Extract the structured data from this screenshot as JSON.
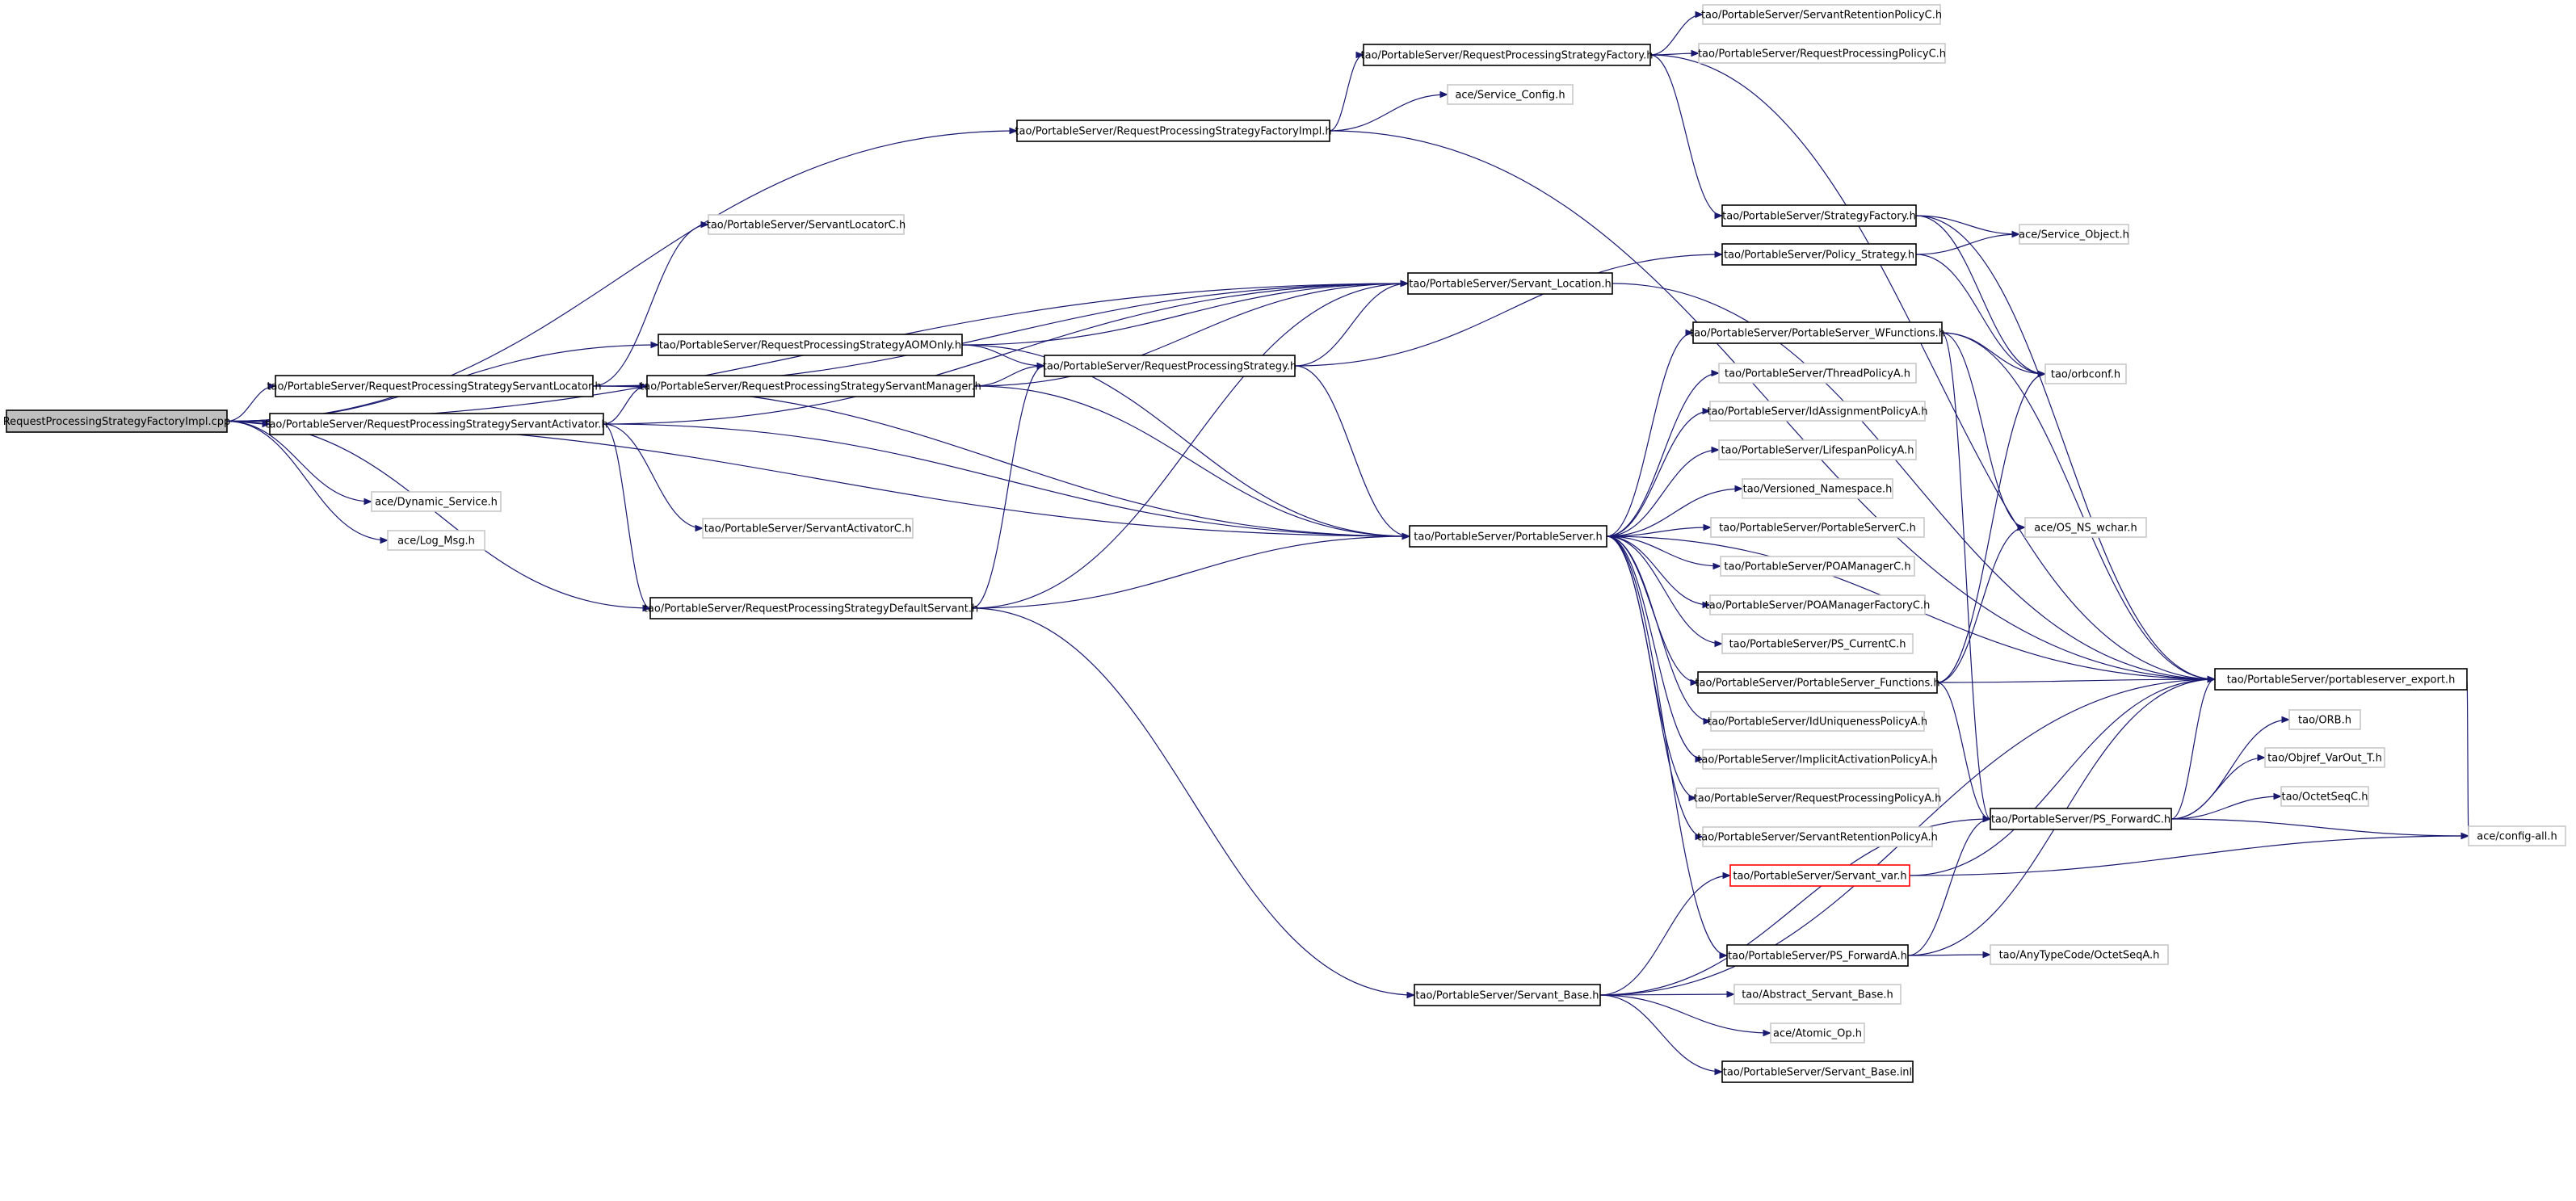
{
  "diagram": {
    "type": "include-dependency-graph",
    "edge_color": "#191970",
    "nodes": [
      {
        "id": "n0",
        "label": "RequestProcessingStrategyFactoryImpl.cpp",
        "style": "root"
      },
      {
        "id": "n1",
        "label": "tao/PortableServer/RequestProcessingStrategyFactory.h",
        "style": "solid"
      },
      {
        "id": "n2",
        "label": "tao/PortableServer/ServantRetentionPolicyC.h",
        "style": "light"
      },
      {
        "id": "n3",
        "label": "tao/PortableServer/RequestProcessingPolicyC.h",
        "style": "light"
      },
      {
        "id": "n4",
        "label": "ace/Service_Config.h",
        "style": "light"
      },
      {
        "id": "n5",
        "label": "tao/PortableServer/RequestProcessingStrategyFactoryImpl.h",
        "style": "solid"
      },
      {
        "id": "n6",
        "label": "tao/PortableServer/ServantLocatorC.h",
        "style": "light"
      },
      {
        "id": "n7",
        "label": "tao/PortableServer/StrategyFactory.h",
        "style": "solid"
      },
      {
        "id": "n8",
        "label": "ace/Service_Object.h",
        "style": "light"
      },
      {
        "id": "n9",
        "label": "tao/PortableServer/Policy_Strategy.h",
        "style": "solid"
      },
      {
        "id": "n10",
        "label": "tao/PortableServer/Servant_Location.h",
        "style": "solid"
      },
      {
        "id": "n11",
        "label": "tao/PortableServer/RequestProcessingStrategyAOMOnly.h",
        "style": "solid"
      },
      {
        "id": "n12",
        "label": "tao/PortableServer/PortableServer_WFunctions.h",
        "style": "solid"
      },
      {
        "id": "n13",
        "label": "tao/PortableServer/RequestProcessingStrategyServantLocator.h",
        "style": "solid"
      },
      {
        "id": "n14",
        "label": "tao/PortableServer/RequestProcessingStrategy.h",
        "style": "solid"
      },
      {
        "id": "n15",
        "label": "tao/PortableServer/ThreadPolicyA.h",
        "style": "light"
      },
      {
        "id": "n16",
        "label": "tao/orbconf.h",
        "style": "light"
      },
      {
        "id": "n17",
        "label": "tao/PortableServer/RequestProcessingStrategyServantManager.h",
        "style": "solid"
      },
      {
        "id": "n18",
        "label": "tao/PortableServer/IdAssignmentPolicyA.h",
        "style": "light"
      },
      {
        "id": "n19",
        "label": "tao/PortableServer/RequestProcessingStrategyServantActivator.h",
        "style": "solid"
      },
      {
        "id": "n20",
        "label": "tao/PortableServer/LifespanPolicyA.h",
        "style": "light"
      },
      {
        "id": "n21",
        "label": "ace/Dynamic_Service.h",
        "style": "light"
      },
      {
        "id": "n22",
        "label": "tao/Versioned_Namespace.h",
        "style": "light"
      },
      {
        "id": "n23",
        "label": "ace/Log_Msg.h",
        "style": "light"
      },
      {
        "id": "n24",
        "label": "tao/PortableServer/ServantActivatorC.h",
        "style": "light"
      },
      {
        "id": "n25",
        "label": "tao/PortableServer/PortableServer.h",
        "style": "solid"
      },
      {
        "id": "n26",
        "label": "tao/PortableServer/PortableServerC.h",
        "style": "light"
      },
      {
        "id": "n27",
        "label": "ace/OS_NS_wchar.h",
        "style": "light"
      },
      {
        "id": "n28",
        "label": "tao/PortableServer/POAManagerC.h",
        "style": "light"
      },
      {
        "id": "n29",
        "label": "tao/PortableServer/RequestProcessingStrategyDefaultServant.h",
        "style": "solid"
      },
      {
        "id": "n30",
        "label": "tao/PortableServer/POAManagerFactoryC.h",
        "style": "light"
      },
      {
        "id": "n31",
        "label": "tao/PortableServer/PS_CurrentC.h",
        "style": "light"
      },
      {
        "id": "n32",
        "label": "tao/PortableServer/PortableServer_Functions.h",
        "style": "solid"
      },
      {
        "id": "n33",
        "label": "tao/PortableServer/portableserver_export.h",
        "style": "solid"
      },
      {
        "id": "n34",
        "label": "tao/PortableServer/IdUniquenessPolicyA.h",
        "style": "light"
      },
      {
        "id": "n35",
        "label": "tao/ORB.h",
        "style": "light"
      },
      {
        "id": "n36",
        "label": "tao/PortableServer/ImplicitActivationPolicyA.h",
        "style": "light"
      },
      {
        "id": "n37",
        "label": "tao/Objref_VarOut_T.h",
        "style": "light"
      },
      {
        "id": "n38",
        "label": "tao/PortableServer/RequestProcessingPolicyA.h",
        "style": "light"
      },
      {
        "id": "n39",
        "label": "tao/OctetSeqC.h",
        "style": "light"
      },
      {
        "id": "n40",
        "label": "tao/PortableServer/PS_ForwardC.h",
        "style": "solid"
      },
      {
        "id": "n41",
        "label": "tao/PortableServer/ServantRetentionPolicyA.h",
        "style": "light"
      },
      {
        "id": "n42",
        "label": "ace/config-all.h",
        "style": "light"
      },
      {
        "id": "n43",
        "label": "tao/PortableServer/Servant_var.h",
        "style": "red"
      },
      {
        "id": "n44",
        "label": "tao/PortableServer/PS_ForwardA.h",
        "style": "solid"
      },
      {
        "id": "n45",
        "label": "tao/AnyTypeCode/OctetSeqA.h",
        "style": "light"
      },
      {
        "id": "n46",
        "label": "tao/PortableServer/Servant_Base.h",
        "style": "solid"
      },
      {
        "id": "n47",
        "label": "tao/Abstract_Servant_Base.h",
        "style": "light"
      },
      {
        "id": "n48",
        "label": "ace/Atomic_Op.h",
        "style": "light"
      },
      {
        "id": "n49",
        "label": "tao/PortableServer/Servant_Base.inl",
        "style": "solid"
      }
    ],
    "edges": [
      [
        "n0",
        "n5"
      ],
      [
        "n0",
        "n11"
      ],
      [
        "n0",
        "n13"
      ],
      [
        "n0",
        "n19"
      ],
      [
        "n0",
        "n21"
      ],
      [
        "n0",
        "n23"
      ],
      [
        "n0",
        "n25"
      ],
      [
        "n0",
        "n29"
      ],
      [
        "n0",
        "n10"
      ],
      [
        "n5",
        "n1"
      ],
      [
        "n5",
        "n4"
      ],
      [
        "n5",
        "n33"
      ],
      [
        "n1",
        "n2"
      ],
      [
        "n1",
        "n3"
      ],
      [
        "n1",
        "n7"
      ],
      [
        "n1",
        "n33"
      ],
      [
        "n7",
        "n8"
      ],
      [
        "n7",
        "n16"
      ],
      [
        "n7",
        "n33"
      ],
      [
        "n9",
        "n8"
      ],
      [
        "n9",
        "n16"
      ],
      [
        "n13",
        "n6"
      ],
      [
        "n13",
        "n17"
      ],
      [
        "n13",
        "n10"
      ],
      [
        "n13",
        "n25"
      ],
      [
        "n19",
        "n24"
      ],
      [
        "n19",
        "n17"
      ],
      [
        "n19",
        "n25"
      ],
      [
        "n19",
        "n29"
      ],
      [
        "n19",
        "n10"
      ],
      [
        "n11",
        "n14"
      ],
      [
        "n11",
        "n10"
      ],
      [
        "n11",
        "n25"
      ],
      [
        "n17",
        "n14"
      ],
      [
        "n17",
        "n10"
      ],
      [
        "n17",
        "n25"
      ],
      [
        "n29",
        "n14"
      ],
      [
        "n29",
        "n10"
      ],
      [
        "n29",
        "n25"
      ],
      [
        "n29",
        "n46"
      ],
      [
        "n14",
        "n9"
      ],
      [
        "n14",
        "n10"
      ],
      [
        "n14",
        "n25"
      ],
      [
        "n10",
        "n33"
      ],
      [
        "n25",
        "n12"
      ],
      [
        "n25",
        "n15"
      ],
      [
        "n25",
        "n18"
      ],
      [
        "n25",
        "n20"
      ],
      [
        "n25",
        "n22"
      ],
      [
        "n25",
        "n26"
      ],
      [
        "n25",
        "n28"
      ],
      [
        "n25",
        "n30"
      ],
      [
        "n25",
        "n31"
      ],
      [
        "n25",
        "n32"
      ],
      [
        "n25",
        "n34"
      ],
      [
        "n25",
        "n36"
      ],
      [
        "n25",
        "n38"
      ],
      [
        "n25",
        "n41"
      ],
      [
        "n25",
        "n44"
      ],
      [
        "n25",
        "n33"
      ],
      [
        "n12",
        "n16"
      ],
      [
        "n12",
        "n27"
      ],
      [
        "n12",
        "n40"
      ],
      [
        "n12",
        "n33"
      ],
      [
        "n32",
        "n16"
      ],
      [
        "n32",
        "n27"
      ],
      [
        "n32",
        "n40"
      ],
      [
        "n32",
        "n33"
      ],
      [
        "n44",
        "n40"
      ],
      [
        "n44",
        "n45"
      ],
      [
        "n44",
        "n33"
      ],
      [
        "n40",
        "n35"
      ],
      [
        "n40",
        "n37"
      ],
      [
        "n40",
        "n39"
      ],
      [
        "n40",
        "n42"
      ],
      [
        "n40",
        "n33"
      ],
      [
        "n33",
        "n42"
      ],
      [
        "n43",
        "n33"
      ],
      [
        "n43",
        "n42"
      ],
      [
        "n46",
        "n47"
      ],
      [
        "n46",
        "n48"
      ],
      [
        "n46",
        "n49"
      ],
      [
        "n46",
        "n43"
      ],
      [
        "n46",
        "n33"
      ],
      [
        "n46",
        "n40"
      ]
    ]
  }
}
